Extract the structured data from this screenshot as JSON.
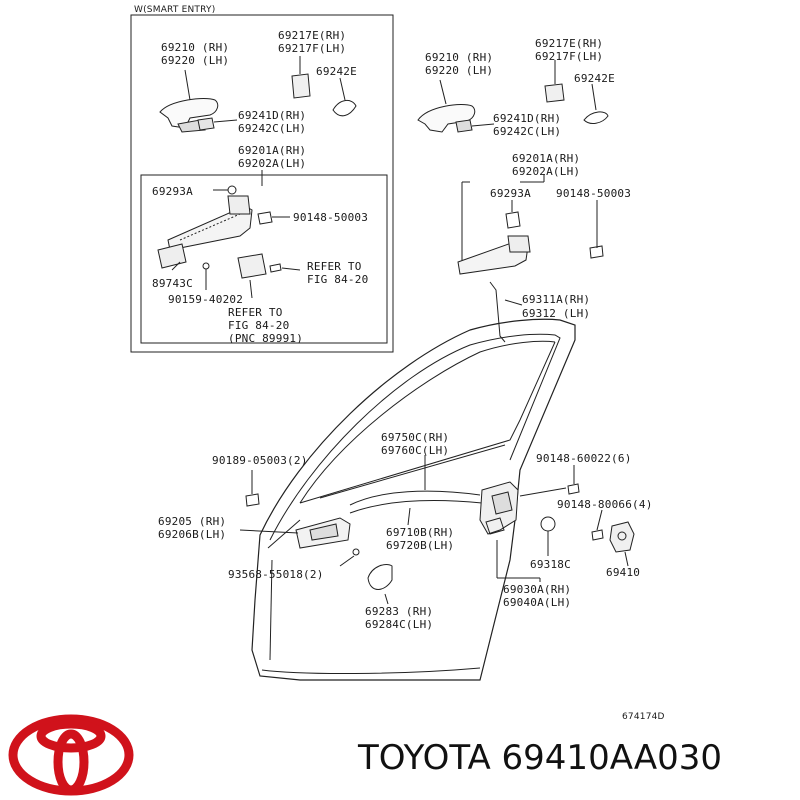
{
  "box_title": "W(SMART ENTRY)",
  "labels": {
    "l69210a": "69210 (RH)",
    "l69220a": "69220 (LH)",
    "l69217Ea": "69217E(RH)",
    "l69217Fa": "69217F(LH)",
    "l69242Ea": "69242E",
    "l69241Da": "69241D(RH)",
    "l69242Ca": "69242C(LH)",
    "l69201Aa": "69201A(RH)",
    "l69202Aa": "69202A(LH)",
    "l69293Aa": "69293A",
    "l90148_50003a": "90148-50003",
    "l89743C": "89743C",
    "l90159": "90159-40202",
    "lrefer1a": "REFER TO",
    "lrefer1b": "FIG 84-20",
    "lrefer2a": "REFER TO",
    "lrefer2b": "FIG 84-20",
    "lrefer2c": "(PNC 89991)",
    "l69210b": "69210 (RH)",
    "l69220b": "69220 (LH)",
    "l69217Eb": "69217E(RH)",
    "l69217Fb": "69217F(LH)",
    "l69242Eb": "69242E",
    "l69241Db": "69241D(RH)",
    "l69242Cb": "69242C(LH)",
    "l69201Ab": "69201A(RH)",
    "l69202Ab": "69202A(LH)",
    "l69293Ab": "69293A",
    "l90148_50003b": "90148-50003",
    "l69311A": "69311A(RH)",
    "l69312": "69312 (LH)",
    "l90189": "90189-05003(2)",
    "l69750C": "69750C(RH)",
    "l69760C": "69760C(LH)",
    "l90148_60022": "90148-60022(6)",
    "l90148_80066": "90148-80066(4)",
    "l69205": "69205 (RH)",
    "l69206B": "69206B(LH)",
    "l69710B": "69710B(RH)",
    "l69720B": "69720B(LH)",
    "l69318C": "69318C",
    "l69410": "69410",
    "l93568": "93568-55018(2)",
    "l69283": "69283 (RH)",
    "l69284C": "69284C(LH)",
    "l69030A": "69030A(RH)",
    "l69040A": "69040A(LH)"
  },
  "figure_code": "674174D",
  "brand_text": "TOYOTA 69410AA030",
  "brand_color": "#d0121b",
  "logo_icon": "toyota-logo-icon"
}
